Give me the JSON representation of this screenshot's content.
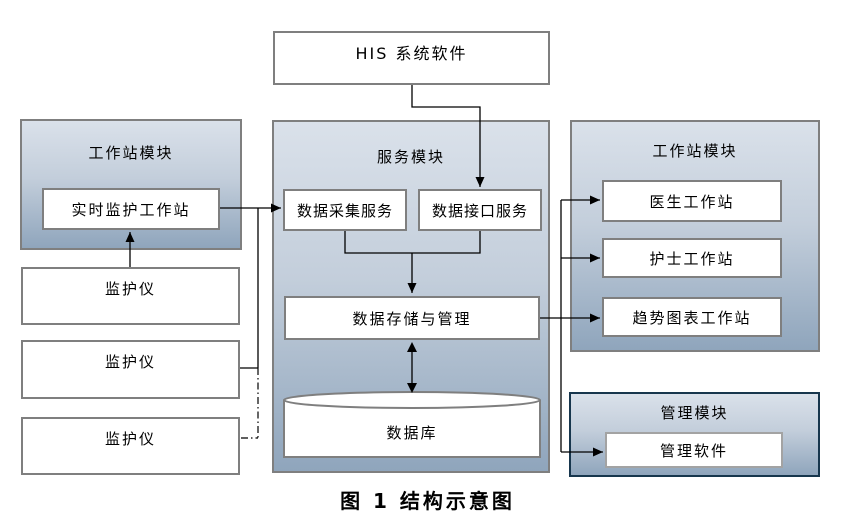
{
  "diagram": {
    "caption": "图 1 结构示意图",
    "his": {
      "label": "HIS 系统软件"
    },
    "left_module": {
      "title": "工作站模块",
      "station": "实时监护工作站"
    },
    "monitors": [
      "监护仪",
      "监护仪",
      "监护仪"
    ],
    "service_module": {
      "title": "服务模块",
      "collect": "数据采集服务",
      "interface": "数据接口服务",
      "storage": "数据存储与管理",
      "database": "数据库"
    },
    "right_module": {
      "title": "工作站模块",
      "stations": [
        "医生工作站",
        "护士工作站",
        "趋势图表工作站"
      ]
    },
    "mgmt_module": {
      "title": "管理模块",
      "software": "管理软件"
    },
    "colors": {
      "module_border": "#7f7f7f",
      "mgmt_module_border": "#17364d",
      "module_gradient_top": "#dae1ea",
      "module_gradient_bottom": "#8fa5bc",
      "box_fill": "#ffffff",
      "connector": "#000000"
    }
  }
}
